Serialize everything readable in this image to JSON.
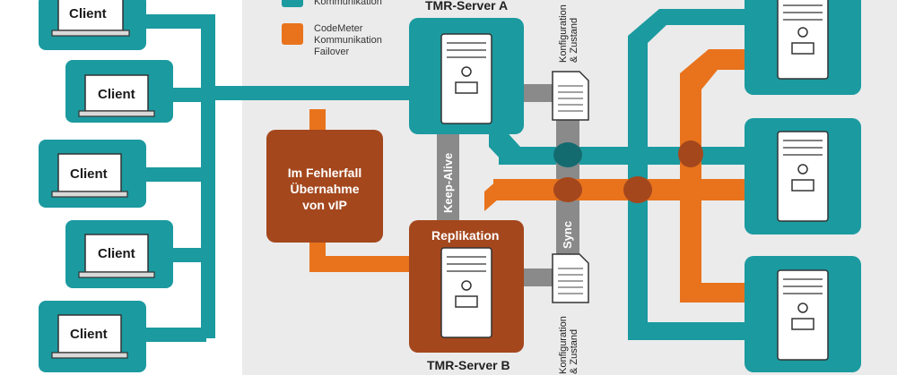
{
  "legend": {
    "teal_label": "Kommunikation",
    "orange_label": "CodeMeter\nKommunikation\nFailover"
  },
  "clients": [
    "Client",
    "Client",
    "Client",
    "Client",
    "Client"
  ],
  "server_a": {
    "title": "TMR-Server A"
  },
  "server_b": {
    "title": "TMR-Server B",
    "replication": "Replikation"
  },
  "failover": {
    "text": "Im Fehlerfall\nÜbernahme\nvon vIP"
  },
  "keep_alive": "Keep-Alive",
  "sync": "Sync",
  "config_top": "Konfiguration\n& Zustand",
  "config_bottom": "Konfiguration\n& Zustand",
  "colors": {
    "teal": "#1b9aa0",
    "orange": "#e8731c",
    "brown": "#a4471d",
    "gray": "#8a8a8a",
    "panel": "#ebebeb"
  }
}
